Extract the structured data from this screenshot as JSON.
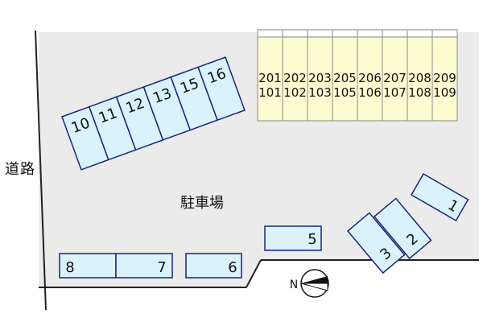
{
  "road_label": "道路",
  "lot_label": "駐車場",
  "compass": {
    "north_letter": "N"
  },
  "building": {
    "units_upper": [
      "201",
      "202",
      "203",
      "205",
      "206",
      "207",
      "208",
      "209"
    ],
    "units_lower": [
      "101",
      "102",
      "103",
      "105",
      "106",
      "107",
      "108",
      "109"
    ]
  },
  "slots": {
    "s10": "10",
    "s11": "11",
    "s12": "12",
    "s13": "13",
    "s15": "15",
    "s16": "16",
    "s1": "1",
    "s2": "2",
    "s3": "3",
    "s5": "5",
    "s6": "6",
    "s7": "7",
    "s8": "8"
  },
  "colors": {
    "lot": "#ebebeb",
    "slot_fill": "#d9f2fb",
    "slot_stroke": "#1a237e",
    "building_fill": "#fdfbd0",
    "building_stroke": "#8a8a8a"
  }
}
